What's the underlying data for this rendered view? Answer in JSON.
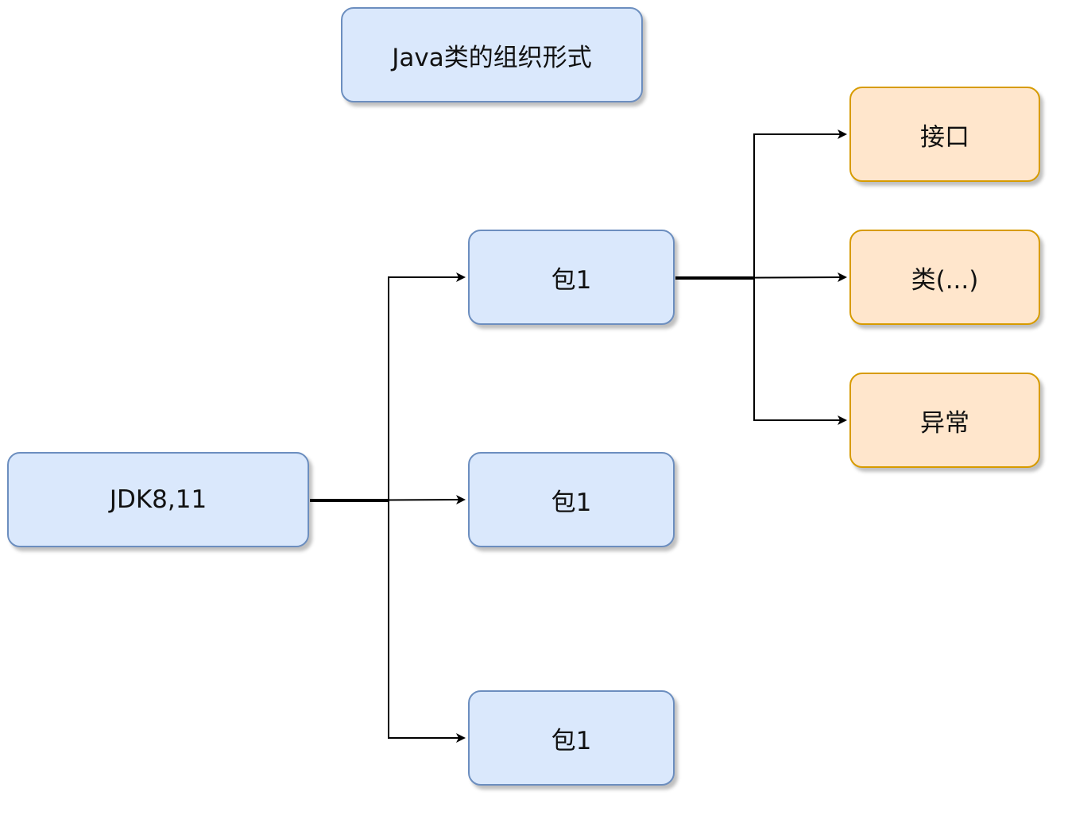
{
  "diagram": {
    "title": "Java类的组织形式",
    "root": "JDK8,11",
    "packages": [
      "包1",
      "包1",
      "包1"
    ],
    "members": [
      "接口",
      "类(...)",
      "异常"
    ],
    "colors": {
      "blue_fill": "#dae8fc",
      "blue_stroke": "#6c8ebf",
      "orange_fill": "#ffe6cc",
      "orange_stroke": "#d79b00",
      "edge": "#000000"
    }
  }
}
